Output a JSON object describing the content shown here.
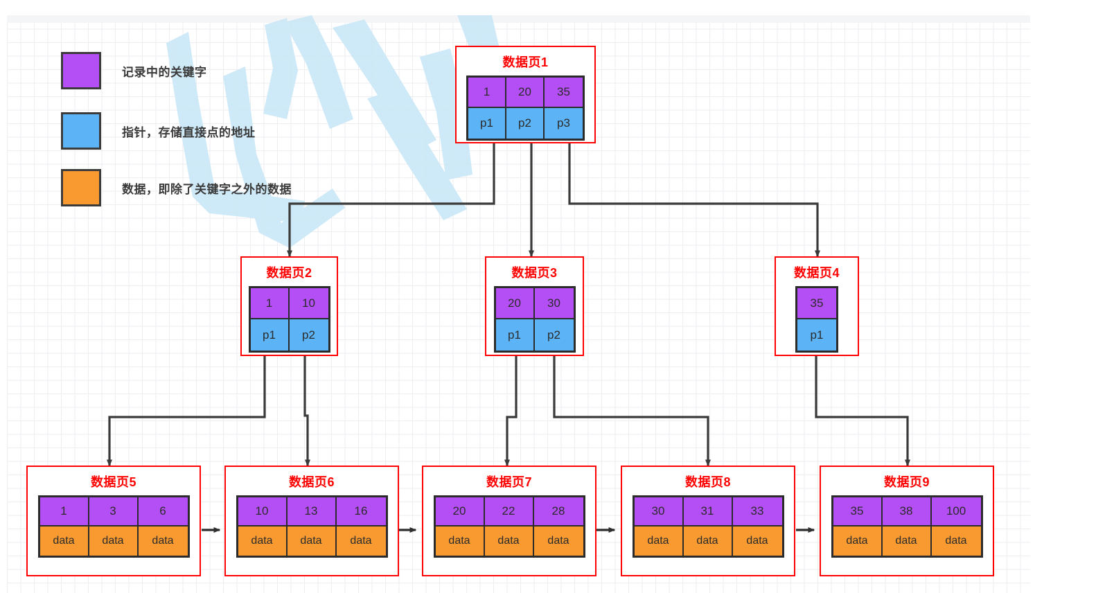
{
  "legend": {
    "items": [
      {
        "name": "key-swatch",
        "color": "#b44ff5",
        "label": "记录中的关键字"
      },
      {
        "name": "pointer-swatch",
        "color": "#5cb3f5",
        "label": "指针，存储直接点的地址"
      },
      {
        "name": "data-swatch",
        "color": "#f89a30",
        "label": "数据，即除了关键字之外的数据"
      }
    ]
  },
  "colors": {
    "key": "#b44ff5",
    "pointer": "#5cb3f5",
    "data": "#f89a30",
    "node_border": "#ff0000",
    "cell_border": "#2b2b2b",
    "connector": "#3a3a3a",
    "grid_minor": "#eceef0",
    "grid_major": "#e2e5e8",
    "watermark": "#cce8f7"
  },
  "watermark": {
    "text": "比较"
  },
  "diagram": {
    "type": "b-plus-tree",
    "levels": [
      {
        "level": 0,
        "nodes": [
          {
            "id": "page1",
            "title": "数据页1",
            "keys": [
              "1",
              "20",
              "35"
            ],
            "pointers": [
              "p1",
              "p2",
              "p3"
            ],
            "data": []
          }
        ]
      },
      {
        "level": 1,
        "nodes": [
          {
            "id": "page2",
            "title": "数据页2",
            "keys": [
              "1",
              "10"
            ],
            "pointers": [
              "p1",
              "p2"
            ],
            "data": []
          },
          {
            "id": "page3",
            "title": "数据页3",
            "keys": [
              "20",
              "30"
            ],
            "pointers": [
              "p1",
              "p2"
            ],
            "data": []
          },
          {
            "id": "page4",
            "title": "数据页4",
            "keys": [
              "35"
            ],
            "pointers": [
              "p1"
            ],
            "data": []
          }
        ]
      },
      {
        "level": 2,
        "nodes": [
          {
            "id": "page5",
            "title": "数据页5",
            "keys": [
              "1",
              "3",
              "6"
            ],
            "pointers": [],
            "data": [
              "data",
              "data",
              "data"
            ]
          },
          {
            "id": "page6",
            "title": "数据页6",
            "keys": [
              "10",
              "13",
              "16"
            ],
            "pointers": [],
            "data": [
              "data",
              "data",
              "data"
            ]
          },
          {
            "id": "page7",
            "title": "数据页7",
            "keys": [
              "20",
              "22",
              "28"
            ],
            "pointers": [],
            "data": [
              "data",
              "data",
              "data"
            ]
          },
          {
            "id": "page8",
            "title": "数据页8",
            "keys": [
              "30",
              "31",
              "33"
            ],
            "pointers": [],
            "data": [
              "data",
              "data",
              "data"
            ]
          },
          {
            "id": "page9",
            "title": "数据页9",
            "keys": [
              "35",
              "38",
              "100"
            ],
            "pointers": [],
            "data": [
              "data",
              "data",
              "data"
            ]
          }
        ]
      }
    ],
    "edges": [
      {
        "from": "page1.p1",
        "to": "page2"
      },
      {
        "from": "page1.p2",
        "to": "page3"
      },
      {
        "from": "page1.p3",
        "to": "page4"
      },
      {
        "from": "page2.p1",
        "to": "page5"
      },
      {
        "from": "page2.p2",
        "to": "page6"
      },
      {
        "from": "page3.p1",
        "to": "page7"
      },
      {
        "from": "page3.p2",
        "to": "page8"
      },
      {
        "from": "page4.p1",
        "to": "page9"
      }
    ],
    "leaf_links": [
      {
        "from": "page5",
        "to": "page6"
      },
      {
        "from": "page6",
        "to": "page7"
      },
      {
        "from": "page7",
        "to": "page8"
      },
      {
        "from": "page8",
        "to": "page9"
      }
    ]
  }
}
